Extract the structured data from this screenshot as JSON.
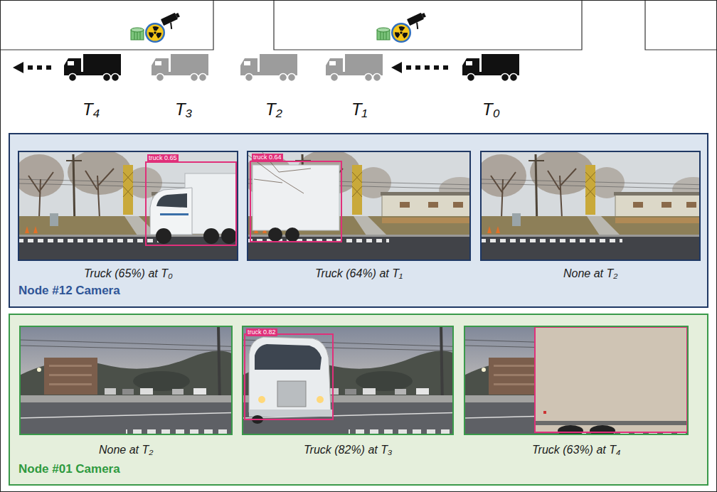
{
  "diagram": {
    "nodes": [
      {
        "text": [
          "Node #12 Camera"
        ]
      },
      {
        "text": [
          "truck 0.65",
          "Truck (65%) at T₀"
        ],
        "in": 0
      },
      {
        "text": [
          "truck 0.64",
          "Truck (64%) at T₁"
        ],
        "in": 0
      },
      {
        "text": [
          "None at T₂"
        ],
        "in": 0
      },
      {
        "text": [
          "Node #01 Camera"
        ]
      },
      {
        "text": [
          "None at T₂"
        ],
        "in": 4
      },
      {
        "text": [
          "truck 0.82",
          "Truck (82%) at T₃"
        ],
        "in": 4
      },
      {
        "text": [
          "Truck (63%) at T₄"
        ],
        "in": 4
      }
    ],
    "labels": [
      "T₄",
      "T₃",
      "T₂",
      "T₁",
      "T₀"
    ]
  }
}
